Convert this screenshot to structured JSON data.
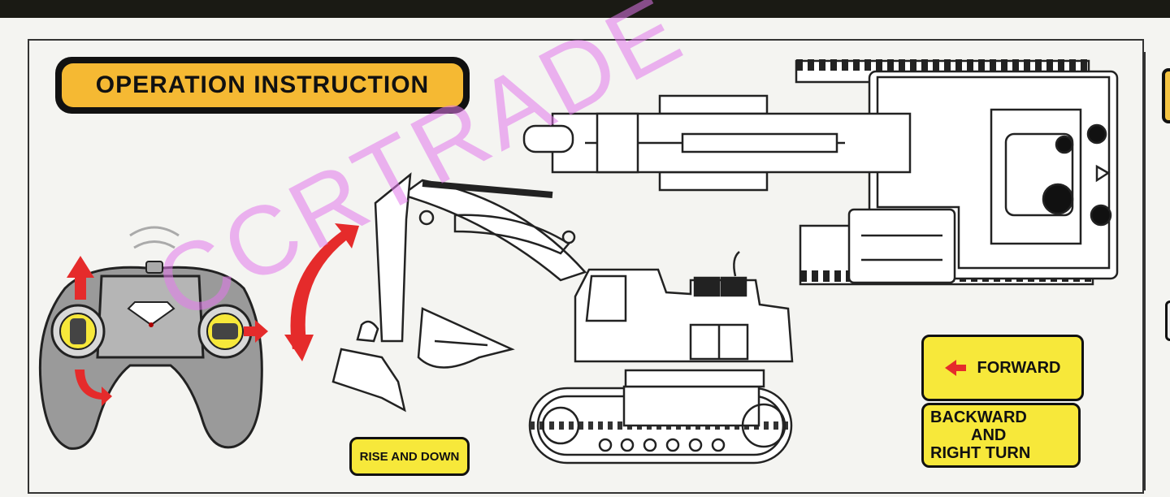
{
  "title": "OPERATION INSTRUCTION",
  "labels": {
    "rise_and_down": "RISE AND DOWN",
    "forward": "FORWARD",
    "backward_line1": "BACKWARD",
    "backward_line2": "AND",
    "backward_line3": "RIGHT TURN"
  },
  "watermark": "CCRTRADE",
  "colors": {
    "title_bg": "#f5b933",
    "label_bg": "#f7e83a",
    "arrow": "#e52b2b",
    "watermark": "#e178eb"
  },
  "icons": [
    "remote-controller-icon",
    "excavator-side-icon",
    "excavator-top-icon",
    "curved-arrow-icon"
  ]
}
